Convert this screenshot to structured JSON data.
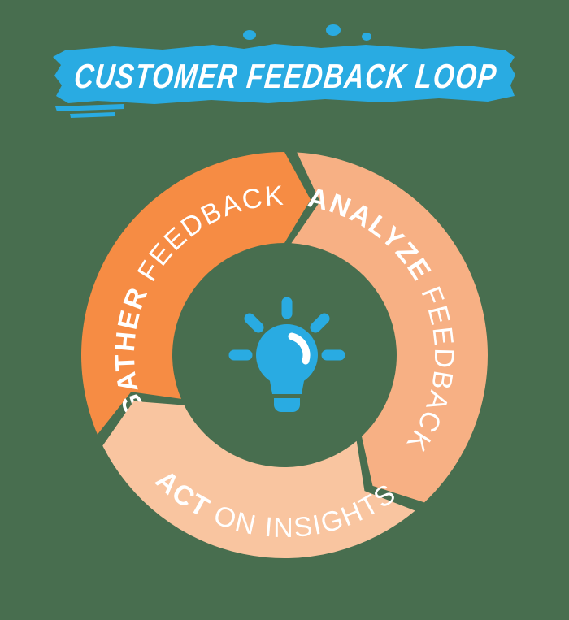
{
  "background_color": "#486E4F",
  "banner": {
    "title": "CUSTOMER FEEDBACK LOOP",
    "color": "#29ABE2",
    "text_color": "#FFFFFF"
  },
  "diagram": {
    "type": "cycle-loop",
    "direction": "clockwise",
    "center_icon": "lightbulb-icon",
    "icon_color": "#29ABE2",
    "icon_highlight_color": "#FFFFFF",
    "label_color": "#FFFFFF",
    "segments": [
      {
        "name": "gather-feedback",
        "label_bold": "GATHER",
        "label_regular": "FEEDBACK",
        "color": "#F68C44",
        "start_angle": 247,
        "end_angle": 360,
        "text_angle": 304,
        "text_dir": "cw"
      },
      {
        "name": "analyze-feedback",
        "label_bold": "ANALYZE",
        "label_regular": "FEEDBACK",
        "color": "#F7B084",
        "start_angle": 3.5,
        "end_angle": 136.5,
        "text_angle": 67.5,
        "text_dir": "cw"
      },
      {
        "name": "act-on-insights",
        "label_bold": "ACT",
        "label_regular": "ON INSIGHTS",
        "color": "#F9C5A0",
        "start_angle": 140,
        "end_angle": 243.5,
        "text_angle": 183.5,
        "text_dir": "ccw"
      }
    ]
  }
}
